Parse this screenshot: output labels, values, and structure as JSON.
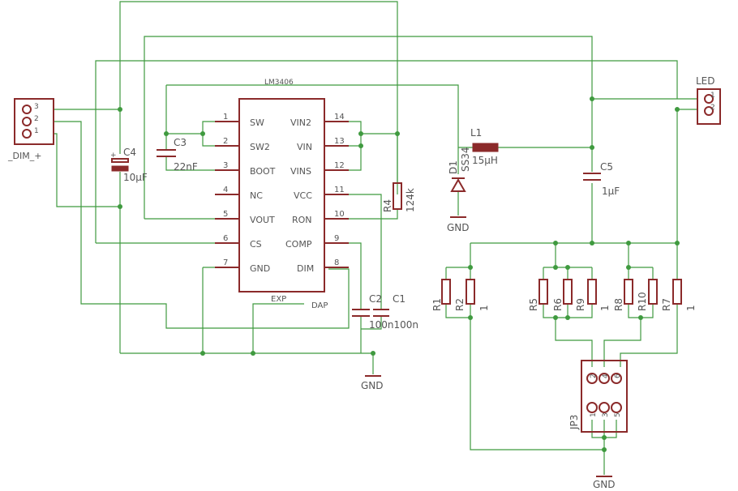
{
  "ic": {
    "title": "LM3406",
    "left_pins": [
      {
        "num": "1",
        "name": "SW"
      },
      {
        "num": "2",
        "name": "SW2"
      },
      {
        "num": "3",
        "name": "BOOT"
      },
      {
        "num": "4",
        "name": "NC"
      },
      {
        "num": "5",
        "name": "VOUT"
      },
      {
        "num": "6",
        "name": "CS"
      },
      {
        "num": "7",
        "name": "GND"
      }
    ],
    "right_pins": [
      {
        "num": "14",
        "name": "VIN2"
      },
      {
        "num": "13",
        "name": "VIN"
      },
      {
        "num": "12",
        "name": "VINS"
      },
      {
        "num": "11",
        "name": "VCC"
      },
      {
        "num": "10",
        "name": "RON"
      },
      {
        "num": "9",
        "name": "COMP"
      },
      {
        "num": "8",
        "name": "DIM"
      }
    ],
    "exp": "EXP",
    "dap": "DAP"
  },
  "dim_connector": {
    "label": "_DIM_+",
    "pins": [
      "3",
      "2",
      "1"
    ]
  },
  "led_connector": {
    "label": "LED",
    "pins": [
      "1",
      "2"
    ]
  },
  "jp3": {
    "label": "JP3",
    "top_pins": [
      "2",
      "4",
      "6"
    ],
    "bottom_pins": [
      "1",
      "3",
      "5"
    ]
  },
  "components": {
    "c4": {
      "name": "C4",
      "value": "10µF",
      "plus": "+"
    },
    "c3": {
      "name": "C3",
      "value": "22nF"
    },
    "c2": {
      "name": "C2"
    },
    "c1": {
      "name": "C1"
    },
    "c2c1_values": "100n100n",
    "c5": {
      "name": "C5",
      "value": "1µF"
    },
    "l1": {
      "name": "L1",
      "value": "15µH"
    },
    "d1": {
      "name": "D1",
      "value": "SS34"
    },
    "r4": {
      "name": "R4",
      "value": "124k"
    },
    "r1": {
      "name": "R1"
    },
    "r2": {
      "name": "R2",
      "value": "1"
    },
    "r5": {
      "name": "R5"
    },
    "r6": {
      "name": "R6"
    },
    "r9": {
      "name": "R9",
      "value": "1"
    },
    "r8": {
      "name": "R8"
    },
    "r10": {
      "name": "R10"
    },
    "r7": {
      "name": "R7",
      "value": "1"
    }
  },
  "gnd_labels": [
    "GND",
    "GND",
    "GND"
  ]
}
